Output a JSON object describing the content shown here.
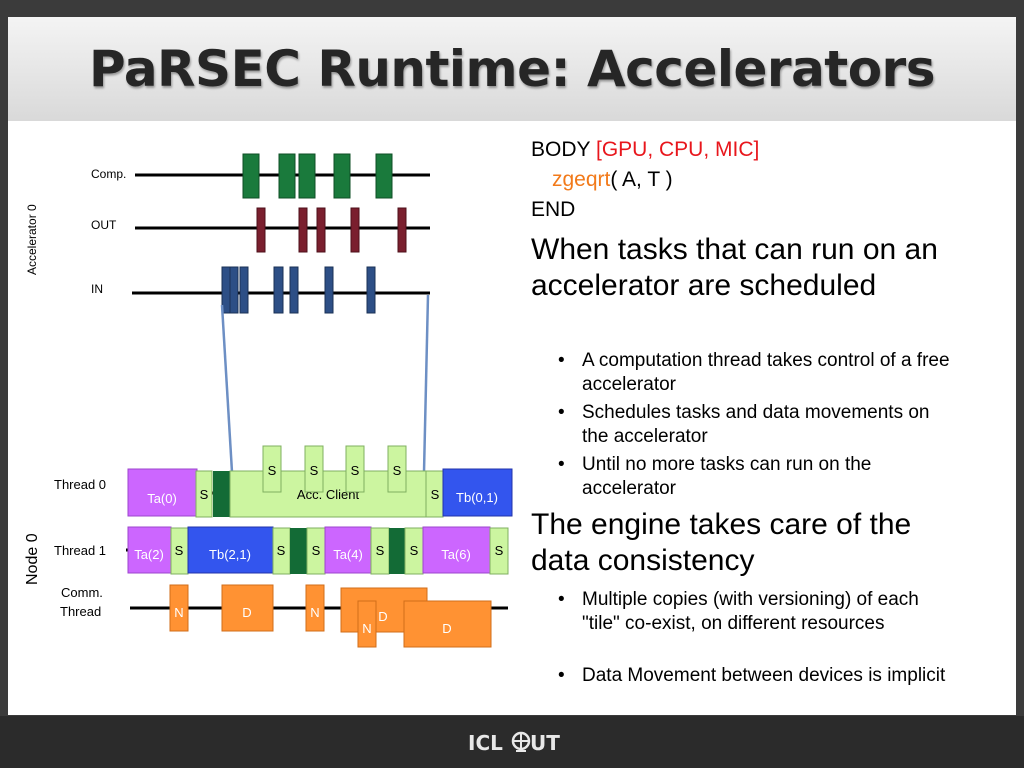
{
  "slide": {
    "title": "PaRSEC Runtime: Accelerators"
  },
  "diagram": {
    "side_labels": {
      "accelerator": "Accelerator 0",
      "node": "Node 0"
    },
    "rows": {
      "comp": "Comp.",
      "out": "OUT",
      "in": "IN",
      "thread0": "Thread 0",
      "thread1": "Thread 1",
      "comm_line1": "Comm.",
      "comm_line2": "Thread"
    },
    "thread0": {
      "ta0": "Ta(0)",
      "s": "S",
      "acc_client": "Acc. Client",
      "tb01": "Tb(0,1)"
    },
    "thread1": {
      "ta2": "Ta(2)",
      "tb21": "Tb(2,1)",
      "ta4": "Ta(4)",
      "ta6": "Ta(6)",
      "s": "S"
    },
    "comm": {
      "n": "N",
      "d": "D"
    },
    "colors": {
      "comp": "#1a7a3c",
      "out": "#7a1f2e",
      "in": "#2d4f86",
      "purple": "#cc66ff",
      "blue": "#3355ee",
      "green_light": "#ccf5a0",
      "green_dark": "#136b36",
      "orange": "#ff9233",
      "link": "#6d8fc4"
    }
  },
  "text": {
    "body_kw": "BODY",
    "body_targets": "[GPU, CPU, MIC]",
    "fn_name": "zgeqrt",
    "fn_args": "( A, T )",
    "end_kw": "END",
    "heading1": "When tasks that can run on an accelerator are scheduled",
    "bullets1": [
      "A computation thread takes control of a free accelerator",
      "Schedules tasks and data movements on the accelerator",
      "Until no more tasks can run on the accelerator"
    ],
    "heading2": "The engine takes care of the data consistency",
    "bullets2": [
      "Multiple copies (with versioning) of each \"tile\" co-exist, on different resources",
      "Data Movement between devices is implicit"
    ],
    "bullet_char": "•"
  },
  "footer": {
    "logo_left": "ICL",
    "logo_right": "UT"
  }
}
